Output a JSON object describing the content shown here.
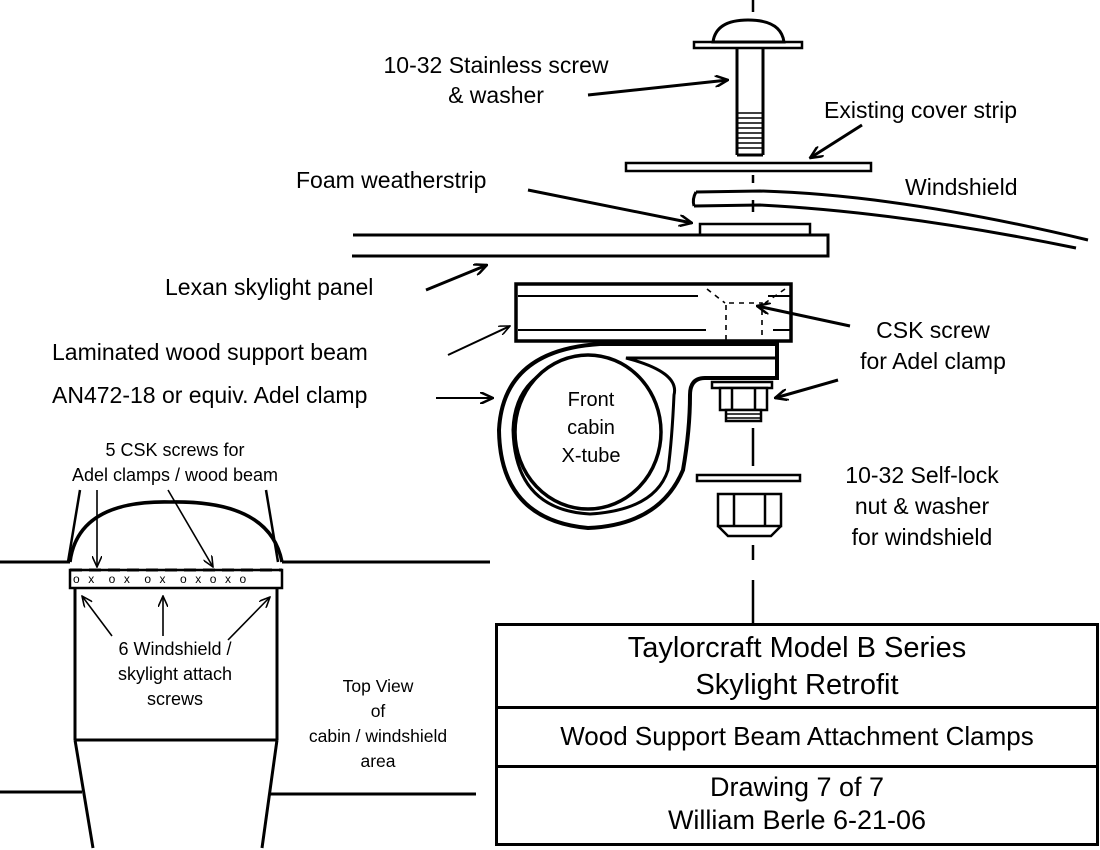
{
  "drawing": {
    "colors": {
      "ink": "#000000",
      "paper": "#ffffff"
    },
    "side_view_labels": {
      "screw": [
        "10-32 Stainless screw",
        "& washer"
      ],
      "cover_strip": "Existing cover strip",
      "windshield": "Windshield",
      "foam": "Foam weatherstrip",
      "lexan": "Lexan skylight panel",
      "beam": "Laminated wood support beam",
      "adel_clamp": "AN472-18 or equiv. Adel clamp",
      "csk_screw": [
        "CSK screw",
        "for Adel clamp"
      ],
      "tube": [
        "Front",
        "cabin",
        "X-tube"
      ],
      "locknut": [
        "10-32 Self-lock",
        "nut & washer",
        "for windshield"
      ]
    },
    "top_view_labels": {
      "csk_screws": [
        "5 CSK screws for",
        "Adel clamps / wood beam"
      ],
      "hole_pattern": "o x  o x  o x  o x o x o",
      "attach_screws": [
        "6 Windshield /",
        "skylight attach",
        "screws"
      ],
      "view_caption": [
        "Top View",
        "of",
        "cabin / windshield",
        "area"
      ]
    },
    "title_block": {
      "title": [
        "Taylorcraft Model B Series",
        "Skylight Retrofit"
      ],
      "subtitle": "Wood Support Beam Attachment Clamps",
      "info": [
        "Drawing 7 of 7",
        "William Berle 6-21-06"
      ]
    }
  }
}
